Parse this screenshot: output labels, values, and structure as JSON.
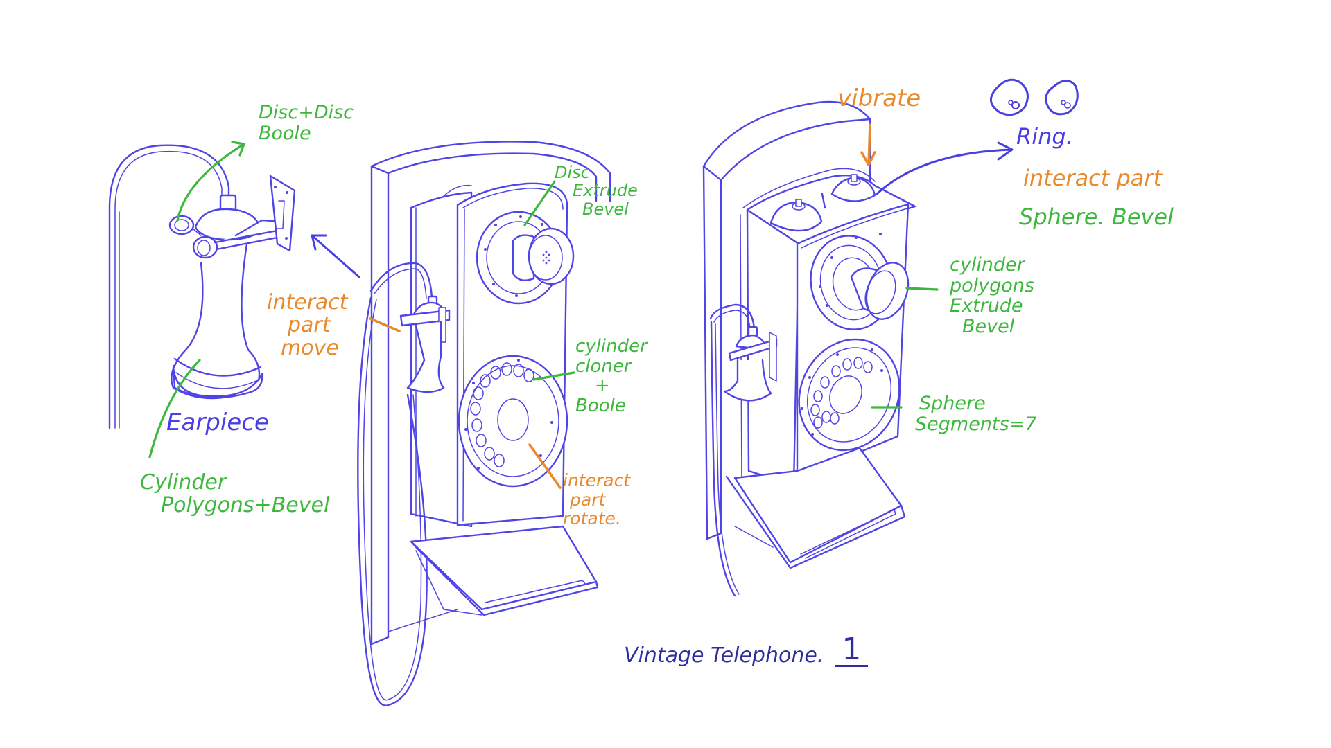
{
  "colors": {
    "sketch_lines": "#4f44e6",
    "modeling_notes": "#3db83d",
    "interaction_notes": "#e8892b",
    "part_labels": "#4a3fe0",
    "title": "#2f2c9e",
    "background": "#ffffff"
  },
  "title": {
    "text": "Vintage Telephone.",
    "number": "1"
  },
  "annotations": {
    "earpiece_top": {
      "line1": "Disc+Disc",
      "line2": "Boole"
    },
    "earpiece_label": "Earpiece",
    "earpiece_body": {
      "line1": "Cylinder",
      "line2": "Polygons+Bevel"
    },
    "handset_move": {
      "line1": "interact",
      "line2": "part",
      "line3": "move"
    },
    "mouthpiece": {
      "line1": "Disc",
      "line2": "Extrude",
      "line3": "Bevel"
    },
    "dial": {
      "line1": "cylinder",
      "line2": "cloner",
      "line3": "+",
      "line4": "Boole"
    },
    "dial_rotate": {
      "line1": "interact",
      "line2": "part",
      "line3": "rotate."
    },
    "bells_vibrate": "vibrate",
    "bells_ring": "Ring.",
    "bells_interact": "interact part",
    "bells_model": "Sphere. Bevel",
    "mouthpiece_right": {
      "line1": "cylinder",
      "line2": "polygons",
      "line3": "Extrude",
      "line4": "Bevel"
    },
    "dial_right": {
      "line1": "Sphere",
      "line2": "Segments=7"
    }
  }
}
